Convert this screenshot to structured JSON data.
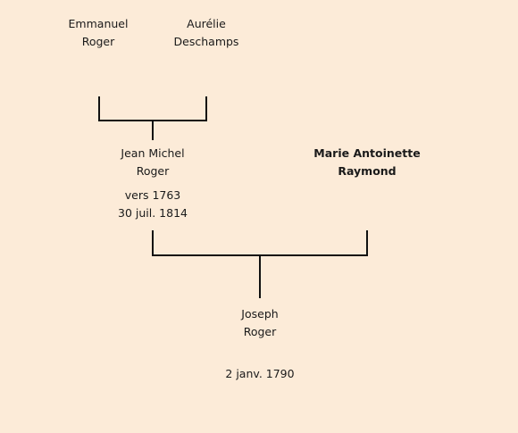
{
  "people": {
    "emmanuel": {
      "first": "Emmanuel",
      "last": "Roger"
    },
    "aurelie": {
      "first": "Aurélie",
      "last": "Deschamps"
    },
    "jean_michel": {
      "first": "Jean Michel",
      "last": "Roger",
      "birth": "vers 1763",
      "death": "30 juil. 1814"
    },
    "marie_antoinette": {
      "first": "Marie Antoinette",
      "last": "Raymond"
    },
    "joseph": {
      "first": "Joseph",
      "last": "Roger",
      "birth": "2 janv. 1790"
    }
  },
  "colors": {
    "background": "#fcebd8",
    "line": "#111111"
  }
}
